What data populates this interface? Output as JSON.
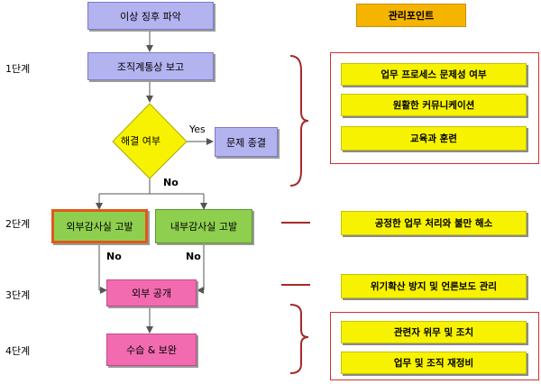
{
  "header": {
    "management_points": "관리포인트"
  },
  "stages": {
    "s1": "1단계",
    "s2": "2단계",
    "s3": "3단계",
    "s4": "4단계"
  },
  "flow": {
    "detect": "이상 징후 파악",
    "report": "조직계통상 보고",
    "decision": "해결 여부",
    "yes": "Yes",
    "no_decision": "No",
    "close": "문제 종결",
    "external_audit": "외부감사실 고발",
    "internal_audit": "내부감사실 고발",
    "no_left": "No",
    "no_right": "No",
    "disclose": "외부 공개",
    "remedy": "수습 & 보완"
  },
  "points": {
    "p1": "업무 프로세스 문제성 여부",
    "p2": "원활한 커뮤니케이션",
    "p3": "교육과 훈련",
    "p4": "공정한 업무 처리와 불만 해소",
    "p5": "위기확산 방지 및 언론보도 관리",
    "p6": "관련자 위무 및 조치",
    "p7": "업무 및 조직 재정비"
  },
  "colors": {
    "purple": "#b3b3f0",
    "green": "#8fcf4f",
    "pink": "#f26bb0",
    "yellow": "#f7f200",
    "orange": "#f5b400",
    "red": "#d23030"
  }
}
